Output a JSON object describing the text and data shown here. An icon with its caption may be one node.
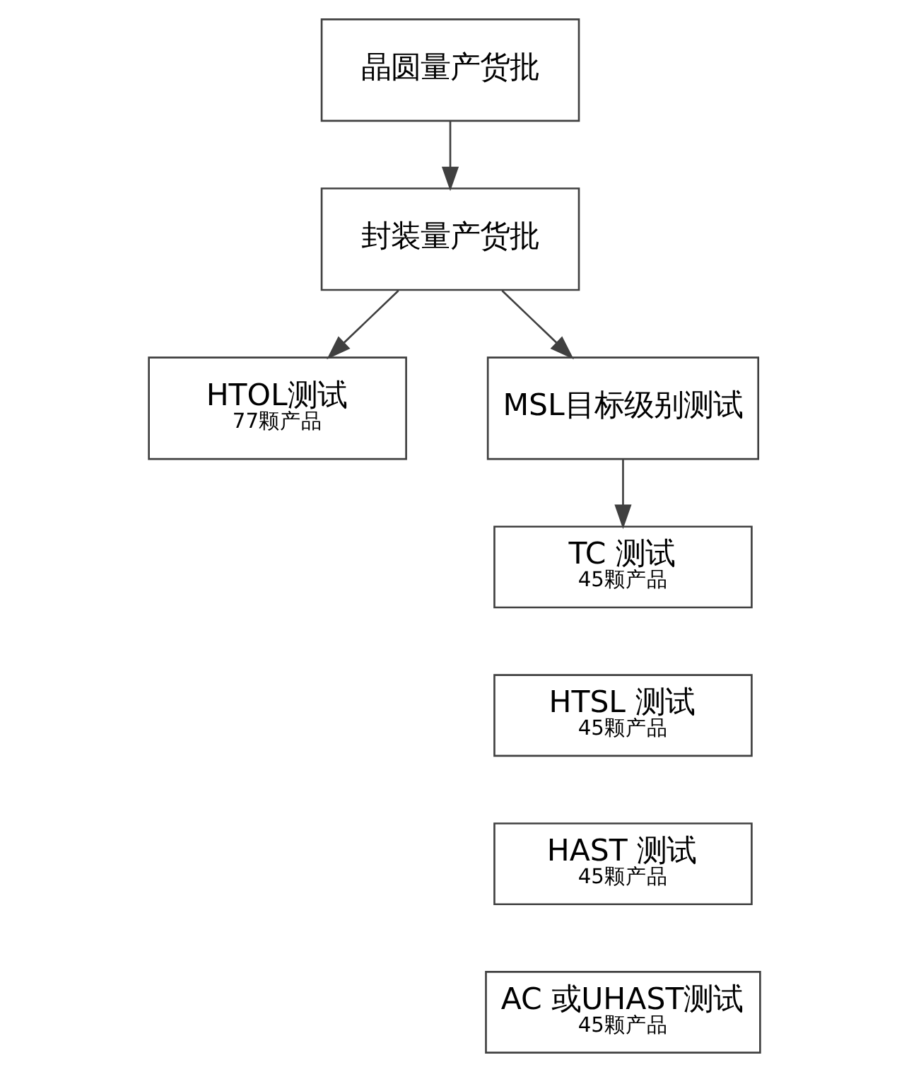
{
  "diagram": {
    "nodes": [
      {
        "text": [
          "晶圆量产货批"
        ]
      },
      {
        "text": [
          "封装量产货批"
        ]
      },
      {
        "text": [
          "HTOL测试",
          "77颗产品"
        ]
      },
      {
        "text": [
          "MSL目标级别测试"
        ]
      },
      {
        "text": [
          "TC 测试",
          "45颗产品"
        ]
      },
      {
        "text": [
          "HTSL 测试",
          "45颗产品"
        ]
      },
      {
        "text": [
          "HAST 测试",
          "45颗产品"
        ]
      },
      {
        "text": [
          "AC 或UHAST测试",
          "45颗产品"
        ]
      }
    ],
    "edges": [
      {
        "from": 0,
        "to": 1,
        "arrow": "to"
      },
      {
        "from": 1,
        "to": 2,
        "arrow": "to"
      },
      {
        "from": 1,
        "to": 3,
        "arrow": "to"
      },
      {
        "from": 3,
        "to": 4,
        "arrow": "to"
      }
    ]
  }
}
